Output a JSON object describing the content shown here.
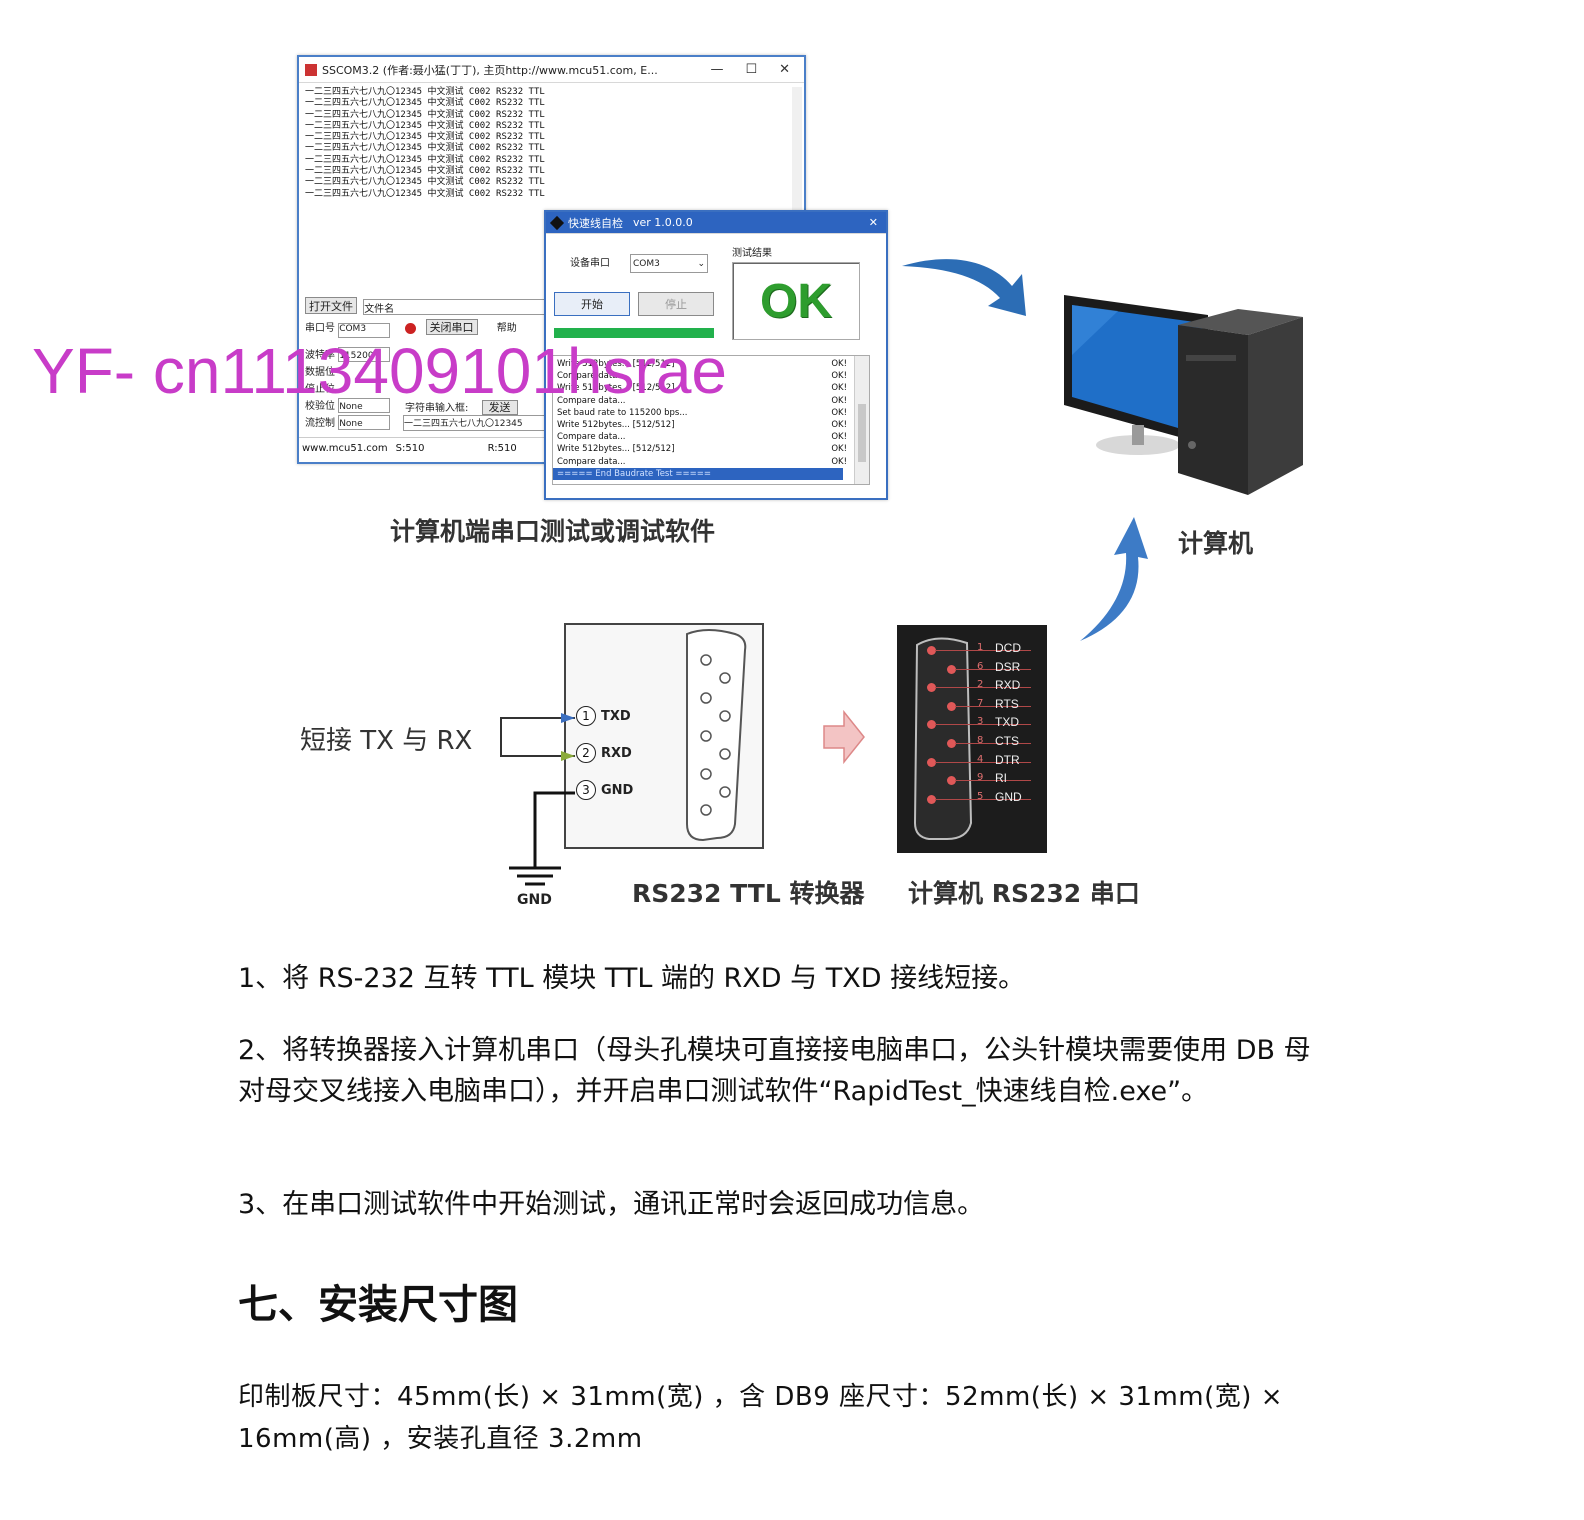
{
  "sscom": {
    "title": "SSCOM3.2 (作者:聂小猛(丁丁), 主页http://www.mcu51.com, E...",
    "window_controls": [
      "—",
      "☐",
      "✕"
    ],
    "line_text": "一二三四五六七八九〇12345 中文测试 C002 RS232 TTL",
    "line_count": 10,
    "open_file_label": "打开文件",
    "file_name_label": "文件名",
    "port_label": "串口号",
    "port_value": "COM3",
    "close_port_label": "关闭串口",
    "help_label": "帮助",
    "baud_label": "波特率",
    "baud_value": "115200",
    "data_bits_label": "数据位",
    "stop_bits_label": "停止位",
    "parity_label": "校验位",
    "parity_value": "None",
    "flow_label": "流控制",
    "flow_value": "None",
    "char_input_label": "字符串输入框:",
    "send_label": "发送",
    "input_value": "一二三四五六七八九〇12345",
    "status_site": "www.mcu51.com",
    "status_s": "S:510",
    "status_r": "R:510"
  },
  "rapid": {
    "title": "快速线自检",
    "version": "ver 1.0.0.0",
    "close": "✕",
    "device_port_label": "设备串口",
    "device_port_value": "COM3",
    "result_group_label": "测试结果",
    "ok_text": "OK",
    "start_label": "开始",
    "stop_label": "停止",
    "log": [
      {
        "text": "Write 512bytes... [512/512]",
        "status": "OK!"
      },
      {
        "text": "Compare data...",
        "status": "OK!"
      },
      {
        "text": "Write 512bytes... [512/512]",
        "status": "OK!"
      },
      {
        "text": "Compare data...",
        "status": "OK!"
      },
      {
        "text": "Set baud rate to 115200 bps...",
        "status": "OK!"
      },
      {
        "text": "Write 512bytes... [512/512]",
        "status": "OK!"
      },
      {
        "text": "Compare data...",
        "status": "OK!"
      },
      {
        "text": "Write 512bytes... [512/512]",
        "status": "OK!"
      },
      {
        "text": "Compare data...",
        "status": "OK!"
      }
    ],
    "log_last": "===== End Baudrate Test ====="
  },
  "captions": {
    "software": "计算机端串口测试或调试软件",
    "computer": "计算机",
    "short_tx_rx": "短接 TX 与 RX",
    "converter": "RS232 TTL 转换器",
    "pc_port": "计算机 RS232 串口",
    "gnd": "GND"
  },
  "ttl_pins": [
    {
      "num": "1",
      "label": "TXD"
    },
    {
      "num": "2",
      "label": "RXD"
    },
    {
      "num": "3",
      "label": "GND"
    }
  ],
  "db9_pins": [
    {
      "num": "1",
      "label": "DCD"
    },
    {
      "num": "6",
      "label": "DSR"
    },
    {
      "num": "2",
      "label": "RXD"
    },
    {
      "num": "7",
      "label": "RTS"
    },
    {
      "num": "3",
      "label": "TXD"
    },
    {
      "num": "8",
      "label": "CTS"
    },
    {
      "num": "4",
      "label": "DTR"
    },
    {
      "num": "9",
      "label": "RI"
    },
    {
      "num": "5",
      "label": "GND"
    }
  ],
  "watermark": "YF- cn1113409101hsrae",
  "steps": [
    "1、将 RS-232 互转 TTL 模块 TTL 端的 RXD 与 TXD 接线短接。",
    "2、将转换器接入计算机串口（母头孔模块可直接接电脑串口，公头针模块需要使用 DB 母对母交叉线接入电脑串口），并开启串口测试软件“RapidTest_快速线自检.exe”。",
    "3、在串口测试软件中开始测试，通讯正常时会返回成功信息。"
  ],
  "section_title": "七、安装尺寸图",
  "dimensions": "印制板尺寸：45mm(长) × 31mm(宽) ，含 DB9 座尺寸：52mm(长) × 31mm(宽) × 16mm(高) ，安装孔直径 3.2mm",
  "colors": {
    "ok_green": "#2e9d2e",
    "progress_green": "#22b14c",
    "arrow_blue": "#2c6db5",
    "watermark": "#c83cc8",
    "pin_red": "#e05858"
  }
}
